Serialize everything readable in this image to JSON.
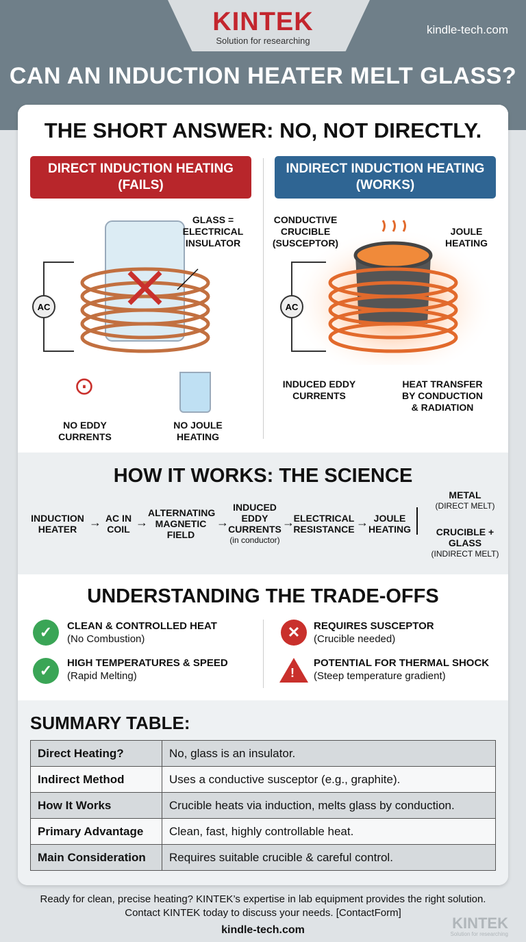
{
  "header": {
    "brand": "KINTEK",
    "tagline": "Solution for researching",
    "site": "kindle-tech.com",
    "title": "CAN AN INDUCTION HEATER MELT GLASS?"
  },
  "short_answer": "THE SHORT ANSWER: NO, NOT DIRECTLY.",
  "direct": {
    "heading": "DIRECT INDUCTION HEATING (FAILS)",
    "source": "AC",
    "glass_label": "GLASS = ELECTRICAL INSULATOR",
    "no_eddy": "NO EDDY CURRENTS",
    "no_joule": "NO JOULE HEATING",
    "color": "#b8262b"
  },
  "indirect": {
    "heading": "INDIRECT INDUCTION HEATING (WORKS)",
    "source": "AC",
    "crucible_label": "CONDUCTIVE CRUCIBLE (SUSCEPTOR)",
    "joule_label": "JOULE HEATING",
    "eddy_label": "INDUCED EDDY CURRENTS",
    "transfer_label": "HEAT TRANSFER BY CONDUCTION & RADIATION",
    "color": "#2f6593"
  },
  "science": {
    "title": "HOW IT WORKS: THE SCIENCE",
    "steps": [
      {
        "label": "INDUCTION HEATER",
        "note": ""
      },
      {
        "label": "AC IN COIL",
        "note": ""
      },
      {
        "label": "ALTERNATING MAGNETIC FIELD",
        "note": ""
      },
      {
        "label": "INDUCED EDDY CURRENTS",
        "note": "(in conductor)"
      },
      {
        "label": "ELECTRICAL RESISTANCE",
        "note": ""
      },
      {
        "label": "JOULE HEATING",
        "note": ""
      }
    ],
    "outcomes": [
      {
        "label": "METAL",
        "note": "(DIRECT MELT)"
      },
      {
        "label": "CRUCIBLE + GLASS",
        "note": "(INDIRECT MELT)"
      }
    ]
  },
  "tradeoffs": {
    "title": "UNDERSTANDING THE TRADE-OFFS",
    "pros": [
      {
        "title": "CLEAN & CONTROLLED HEAT",
        "sub": "(No Combustion)",
        "icon": "check-icon",
        "color": "#3aa556"
      },
      {
        "title": "HIGH TEMPERATURES & SPEED",
        "sub": "(Rapid Melting)",
        "icon": "check-icon",
        "color": "#3aa556"
      }
    ],
    "cons": [
      {
        "title": "REQUIRES SUSCEPTOR",
        "sub": "(Crucible needed)",
        "icon": "x-icon",
        "color": "#c9302c"
      },
      {
        "title": "POTENTIAL FOR THERMAL SHOCK",
        "sub": "(Steep temperature gradient)",
        "icon": "warning-icon",
        "color": "#c9302c"
      }
    ]
  },
  "summary": {
    "title": "SUMMARY TABLE:",
    "rows": [
      {
        "k": "Direct Heating?",
        "v": "No, glass is an insulator."
      },
      {
        "k": "Indirect Method",
        "v": "Uses a conductive susceptor (e.g., graphite)."
      },
      {
        "k": "How It Works",
        "v": "Crucible heats via induction, melts glass by conduction."
      },
      {
        "k": "Primary Advantage",
        "v": "Clean, fast, highly controllable heat."
      },
      {
        "k": "Main Consideration",
        "v": "Requires suitable crucible & careful control."
      }
    ]
  },
  "footer": {
    "line1": "Ready for clean, precise heating? KINTEK’s expertise in lab equipment provides the right solution.",
    "line2": "Contact KINTEK today to discuss your needs. [ContactForm]",
    "site": "kindle-tech.com",
    "wm_brand": "KINTEK",
    "wm_tag": "Solution for researching"
  }
}
